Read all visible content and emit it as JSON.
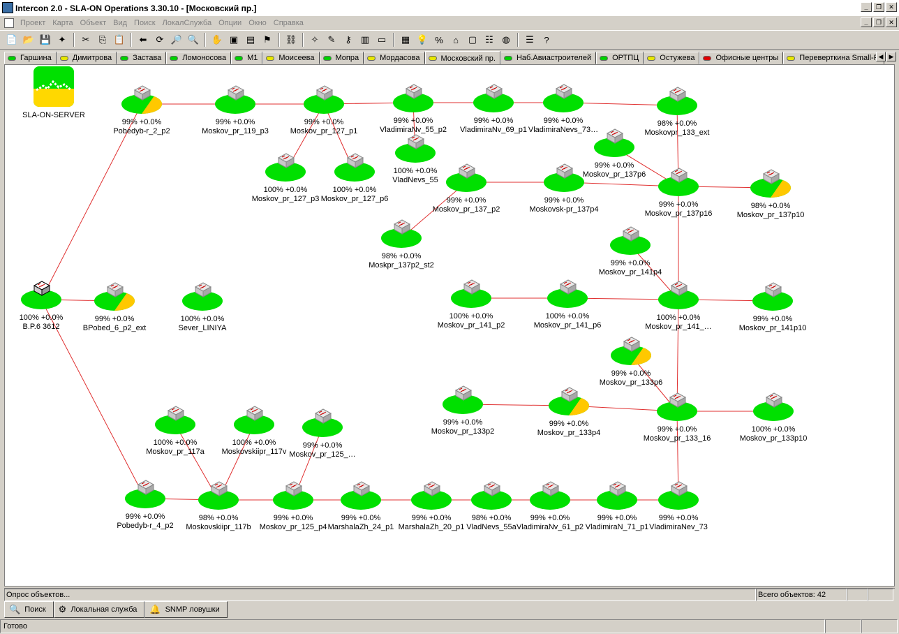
{
  "window": {
    "title": "Intercon 2.0 - SLA-ON Operations 3.30.10 - [Московский пр.]"
  },
  "menu": [
    "Проект",
    "Карта",
    "Объект",
    "Вид",
    "Поиск",
    "ЛокалСлужба",
    "Опции",
    "Окно",
    "Справка"
  ],
  "toolbar_icons": [
    "new-icon",
    "open-icon",
    "save-icon",
    "wand-icon",
    "cut-icon",
    "copy-icon",
    "paste-icon",
    "back-icon",
    "refresh-icon",
    "zoom-icon",
    "find-icon",
    "hand-icon",
    "device-icon",
    "chart-icon",
    "pin-icon",
    "link-icon",
    "tool1-icon",
    "tool2-icon",
    "tool3-icon",
    "tool4-icon",
    "tool5-icon",
    "grid-icon",
    "bulb-icon",
    "percent-icon",
    "home-icon",
    "monitor-icon",
    "tree-icon",
    "globe-icon",
    "properties-icon",
    "help-icon"
  ],
  "tabs": [
    {
      "label": "Гаршина",
      "color": "#00d000",
      "active": false
    },
    {
      "label": "Димитрова",
      "color": "#e6e600",
      "active": false
    },
    {
      "label": "Застава",
      "color": "#00d000",
      "active": false
    },
    {
      "label": "Ломоносова",
      "color": "#00d000",
      "active": false
    },
    {
      "label": "М1",
      "color": "#00d000",
      "active": false
    },
    {
      "label": "Моисеева",
      "color": "#e6e600",
      "active": false
    },
    {
      "label": "Мопра",
      "color": "#00d000",
      "active": false
    },
    {
      "label": "Мордасова",
      "color": "#e6e600",
      "active": false
    },
    {
      "label": "Московский пр.",
      "color": "#e6e600",
      "active": true
    },
    {
      "label": "Наб.Авиастроителей",
      "color": "#00d000",
      "active": false
    },
    {
      "label": "ОРТПЦ",
      "color": "#00d000",
      "active": false
    },
    {
      "label": "Остужева",
      "color": "#e6e600",
      "active": false
    },
    {
      "label": "Офисные центры",
      "color": "#e00000",
      "active": false
    },
    {
      "label": "Переверткина Small-R",
      "color": "#e6e600",
      "active": false
    }
  ],
  "server": {
    "label": "SLA-ON-SERVER"
  },
  "nodes": [
    {
      "id": "pobedyb2",
      "pct": "99% +0.0%",
      "name": "Pobedyb-r_2_p2",
      "half": true
    },
    {
      "id": "m119p3",
      "pct": "99% +0.0%",
      "name": "Moskov_pr_119_p3",
      "half": false
    },
    {
      "id": "m127p1",
      "pct": "99% +0.0%",
      "name": "Moskov_pr_127_p1",
      "half": false
    },
    {
      "id": "vn55p2",
      "pct": "99% +0.0%",
      "name": "VladimiraNv_55_p2",
      "half": false
    },
    {
      "id": "vn69p1",
      "pct": "99% +0.0%",
      "name": "VladimiraNv_69_p1",
      "half": false
    },
    {
      "id": "vn73",
      "pct": "99% +0.0%",
      "name": "VladimiraNevs_73…",
      "half": false
    },
    {
      "id": "m133ext",
      "pct": "98% +0.0%",
      "name": "Moskovpr_133_ext",
      "half": false
    },
    {
      "id": "m137p6",
      "pct": "99% +0.0%",
      "name": "Moskov_pr_137p6",
      "half": false
    },
    {
      "id": "vn55",
      "pct": "100% +0.0%",
      "name": "VladNevs_55",
      "half": false
    },
    {
      "id": "m127p3",
      "pct": "100% +0.0%",
      "name": "Moskov_pr_127_p3",
      "half": false
    },
    {
      "id": "m127p6",
      "pct": "100% +0.0%",
      "name": "Moskov_pr_127_p6",
      "half": false
    },
    {
      "id": "m137p2",
      "pct": "99% +0.0%",
      "name": "Moskov_pr_137_p2",
      "half": false
    },
    {
      "id": "m137p4",
      "pct": "99% +0.0%",
      "name": "Moskovsk-pr_137p4",
      "half": false
    },
    {
      "id": "m137p16",
      "pct": "99% +0.0%",
      "name": "Moskov_pr_137p16",
      "half": false
    },
    {
      "id": "m137p10",
      "pct": "98% +0.0%",
      "name": "Moskov_pr_137p10",
      "half": true
    },
    {
      "id": "m137p2st2",
      "pct": "98% +0.0%",
      "name": "Moskpr_137p2_st2",
      "half": false
    },
    {
      "id": "m141p4",
      "pct": "99% +0.0%",
      "name": "Moskov_pr_141p4",
      "half": false
    },
    {
      "id": "bp6",
      "pct": "100% +0.0%",
      "name": "B.P.6   3612",
      "half": false,
      "black": true
    },
    {
      "id": "bpob6",
      "pct": "99% +0.0%",
      "name": "BPobed_6_p2_ext",
      "half": true
    },
    {
      "id": "sever",
      "pct": "100% +0.0%",
      "name": "Sever_LINIYA",
      "half": false
    },
    {
      "id": "m141p2",
      "pct": "100% +0.0%",
      "name": "Moskov_pr_141_p2",
      "half": false
    },
    {
      "id": "m141p6",
      "pct": "100% +0.0%",
      "name": "Moskov_pr_141_p6",
      "half": false
    },
    {
      "id": "m141x",
      "pct": "100% +0.0%",
      "name": "Moskov_pr_141_…",
      "half": false
    },
    {
      "id": "m141p10",
      "pct": "99% +0.0%",
      "name": "Moskov_pr_141p10",
      "half": false
    },
    {
      "id": "m133p6",
      "pct": "99% +0.0%",
      "name": "Moskov_pr_133p6",
      "half": true
    },
    {
      "id": "m133p2",
      "pct": "99% +0.0%",
      "name": "Moskov_pr_133p2",
      "half": false
    },
    {
      "id": "m133p4",
      "pct": "99% +0.0%",
      "name": "Moskov_pr_133p4",
      "half": true
    },
    {
      "id": "m133_16",
      "pct": "99% +0.0%",
      "name": "Moskov_pr_133_16",
      "half": false
    },
    {
      "id": "m133p10",
      "pct": "100% +0.0%",
      "name": "Moskov_pr_133p10",
      "half": false
    },
    {
      "id": "m117a",
      "pct": "100% +0.0%",
      "name": "Moskov_pr_117a",
      "half": false
    },
    {
      "id": "m117v",
      "pct": "100% +0.0%",
      "name": "Moskovskiipr_117v",
      "half": false
    },
    {
      "id": "m125x",
      "pct": "99% +0.0%",
      "name": "Moskov_pr_125_…",
      "half": false
    },
    {
      "id": "pobedyb4",
      "pct": "99% +0.0%",
      "name": "Pobedyb-r_4_p2",
      "half": false
    },
    {
      "id": "m117b",
      "pct": "98% +0.0%",
      "name": "Moskovskiipr_117b",
      "half": false
    },
    {
      "id": "m125p4",
      "pct": "99% +0.0%",
      "name": "Moskov_pr_125_p4",
      "half": false
    },
    {
      "id": "mz24",
      "pct": "99% +0.0%",
      "name": "MarshalaZh_24_p1",
      "half": false
    },
    {
      "id": "mz20",
      "pct": "99% +0.0%",
      "name": "MarshalaZh_20_p1",
      "half": false
    },
    {
      "id": "vn55a",
      "pct": "98% +0.0%",
      "name": "VladNevs_55a",
      "half": false
    },
    {
      "id": "vn61",
      "pct": "99% +0.0%",
      "name": "VladimiraNv_61_p2",
      "half": false
    },
    {
      "id": "vn71",
      "pct": "99% +0.0%",
      "name": "VladimiraN_71_p1",
      "half": false
    },
    {
      "id": "vnev73",
      "pct": "99% +0.0%",
      "name": "VladimiraNev_73",
      "half": false
    }
  ],
  "links": [
    [
      "pobedyb2",
      "m119p3"
    ],
    [
      "m119p3",
      "m127p1"
    ],
    [
      "m127p1",
      "vn55p2"
    ],
    [
      "vn55p2",
      "vn69p1"
    ],
    [
      "vn69p1",
      "vn73"
    ],
    [
      "vn73",
      "m133ext"
    ],
    [
      "m127p1",
      "m127p3"
    ],
    [
      "m127p1",
      "m127p6"
    ],
    [
      "vn55p2",
      "vn55"
    ],
    [
      "m133ext",
      "m137p16"
    ],
    [
      "m137p6",
      "m137p16"
    ],
    [
      "m137p2",
      "m137p4"
    ],
    [
      "m137p4",
      "m137p16"
    ],
    [
      "m137p16",
      "m137p10"
    ],
    [
      "m137p2",
      "m137p2st2"
    ],
    [
      "m137p16",
      "m141x"
    ],
    [
      "m141p4",
      "m141x"
    ],
    [
      "m141p2",
      "m141p6"
    ],
    [
      "m141p6",
      "m141x"
    ],
    [
      "m141x",
      "m141p10"
    ],
    [
      "m141x",
      "m133_16"
    ],
    [
      "m133p6",
      "m133_16"
    ],
    [
      "m133p2",
      "m133p4"
    ],
    [
      "m133p4",
      "m133_16"
    ],
    [
      "m133_16",
      "m133p10"
    ],
    [
      "m133_16",
      "vnev73"
    ],
    [
      "bp6",
      "pobedyb2"
    ],
    [
      "bp6",
      "bpob6"
    ],
    [
      "bp6",
      "pobedyb4"
    ],
    [
      "pobedyb4",
      "m117b"
    ],
    [
      "m117b",
      "m117a"
    ],
    [
      "m117b",
      "m117v"
    ],
    [
      "m117b",
      "m125p4"
    ],
    [
      "m125p4",
      "m125x"
    ],
    [
      "m125p4",
      "mz24"
    ],
    [
      "mz24",
      "mz20"
    ],
    [
      "mz20",
      "vn55a"
    ],
    [
      "vn55a",
      "vn61"
    ],
    [
      "vn61",
      "vn71"
    ],
    [
      "vn71",
      "vnev73"
    ]
  ],
  "status": {
    "poll": "Опрос объектов...",
    "total": "Всего объектов: 42"
  },
  "bottom_tabs": [
    {
      "label": "Поиск",
      "icon": "search-icon"
    },
    {
      "label": "Локальная служба",
      "icon": "service-icon"
    },
    {
      "label": "SNMP ловушки",
      "icon": "bell-icon"
    }
  ],
  "statusbar": {
    "text": "Готово"
  }
}
